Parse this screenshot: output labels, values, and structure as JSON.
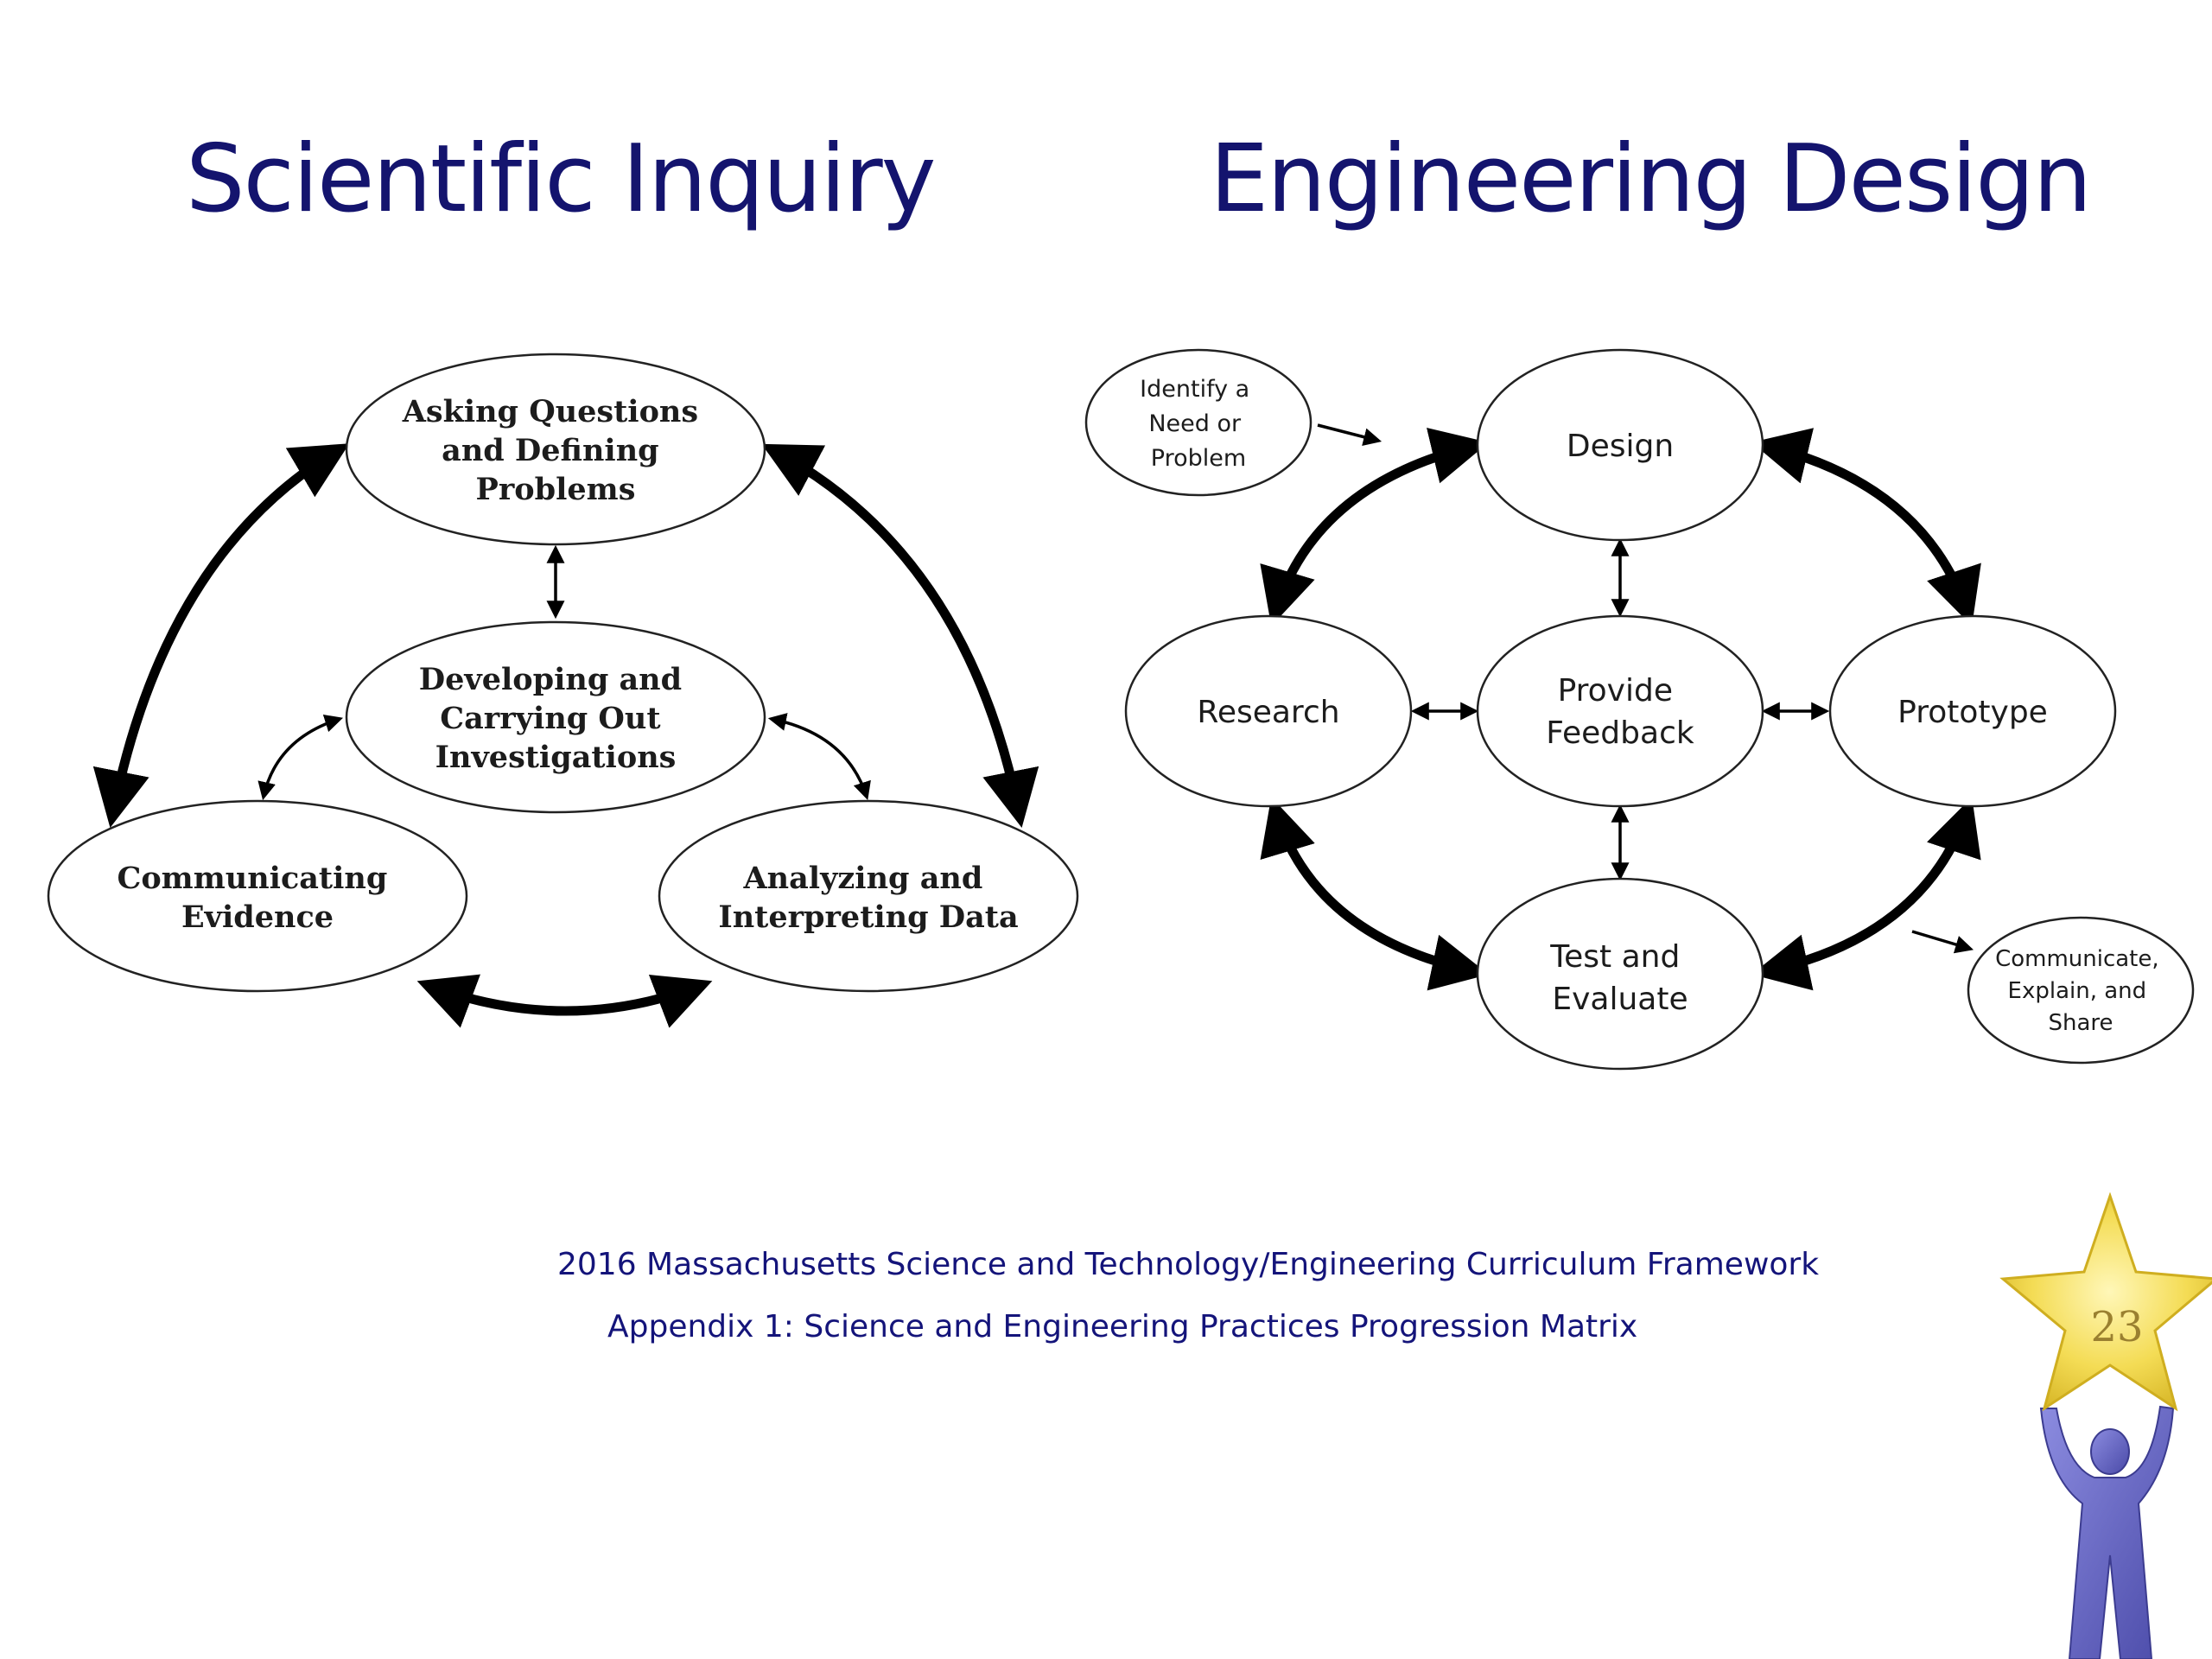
{
  "titles": {
    "left": "Scientific Inquiry",
    "right": "Engineering Design"
  },
  "scientific_inquiry": {
    "nodes": {
      "asking": [
        "Asking Questions",
        "and Defining",
        "Problems"
      ],
      "developing": [
        "Developing and",
        "Carrying Out",
        "Investigations"
      ],
      "communicating": [
        "Communicating",
        "Evidence"
      ],
      "analyzing": [
        "Analyzing and",
        "Interpreting Data"
      ]
    }
  },
  "engineering_design": {
    "nodes": {
      "identify": [
        "Identify a",
        "Need or",
        "Problem"
      ],
      "design": [
        "Design"
      ],
      "research": [
        "Research"
      ],
      "feedback": [
        "Provide",
        "Feedback"
      ],
      "prototype": [
        "Prototype"
      ],
      "test": [
        "Test and",
        "Evaluate"
      ],
      "communicate": [
        "Communicate,",
        "Explain, and",
        "Share"
      ]
    }
  },
  "footer": {
    "line1": "2016 Massachusetts Science and Technology/Engineering Curriculum Framework",
    "line2": "Appendix 1: Science and Engineering Practices Progression Matrix"
  },
  "page_number": "23",
  "colors": {
    "title": "#14146e",
    "footer": "#14147a",
    "star": "#f2d84a",
    "figure": "#6e6ec8"
  }
}
